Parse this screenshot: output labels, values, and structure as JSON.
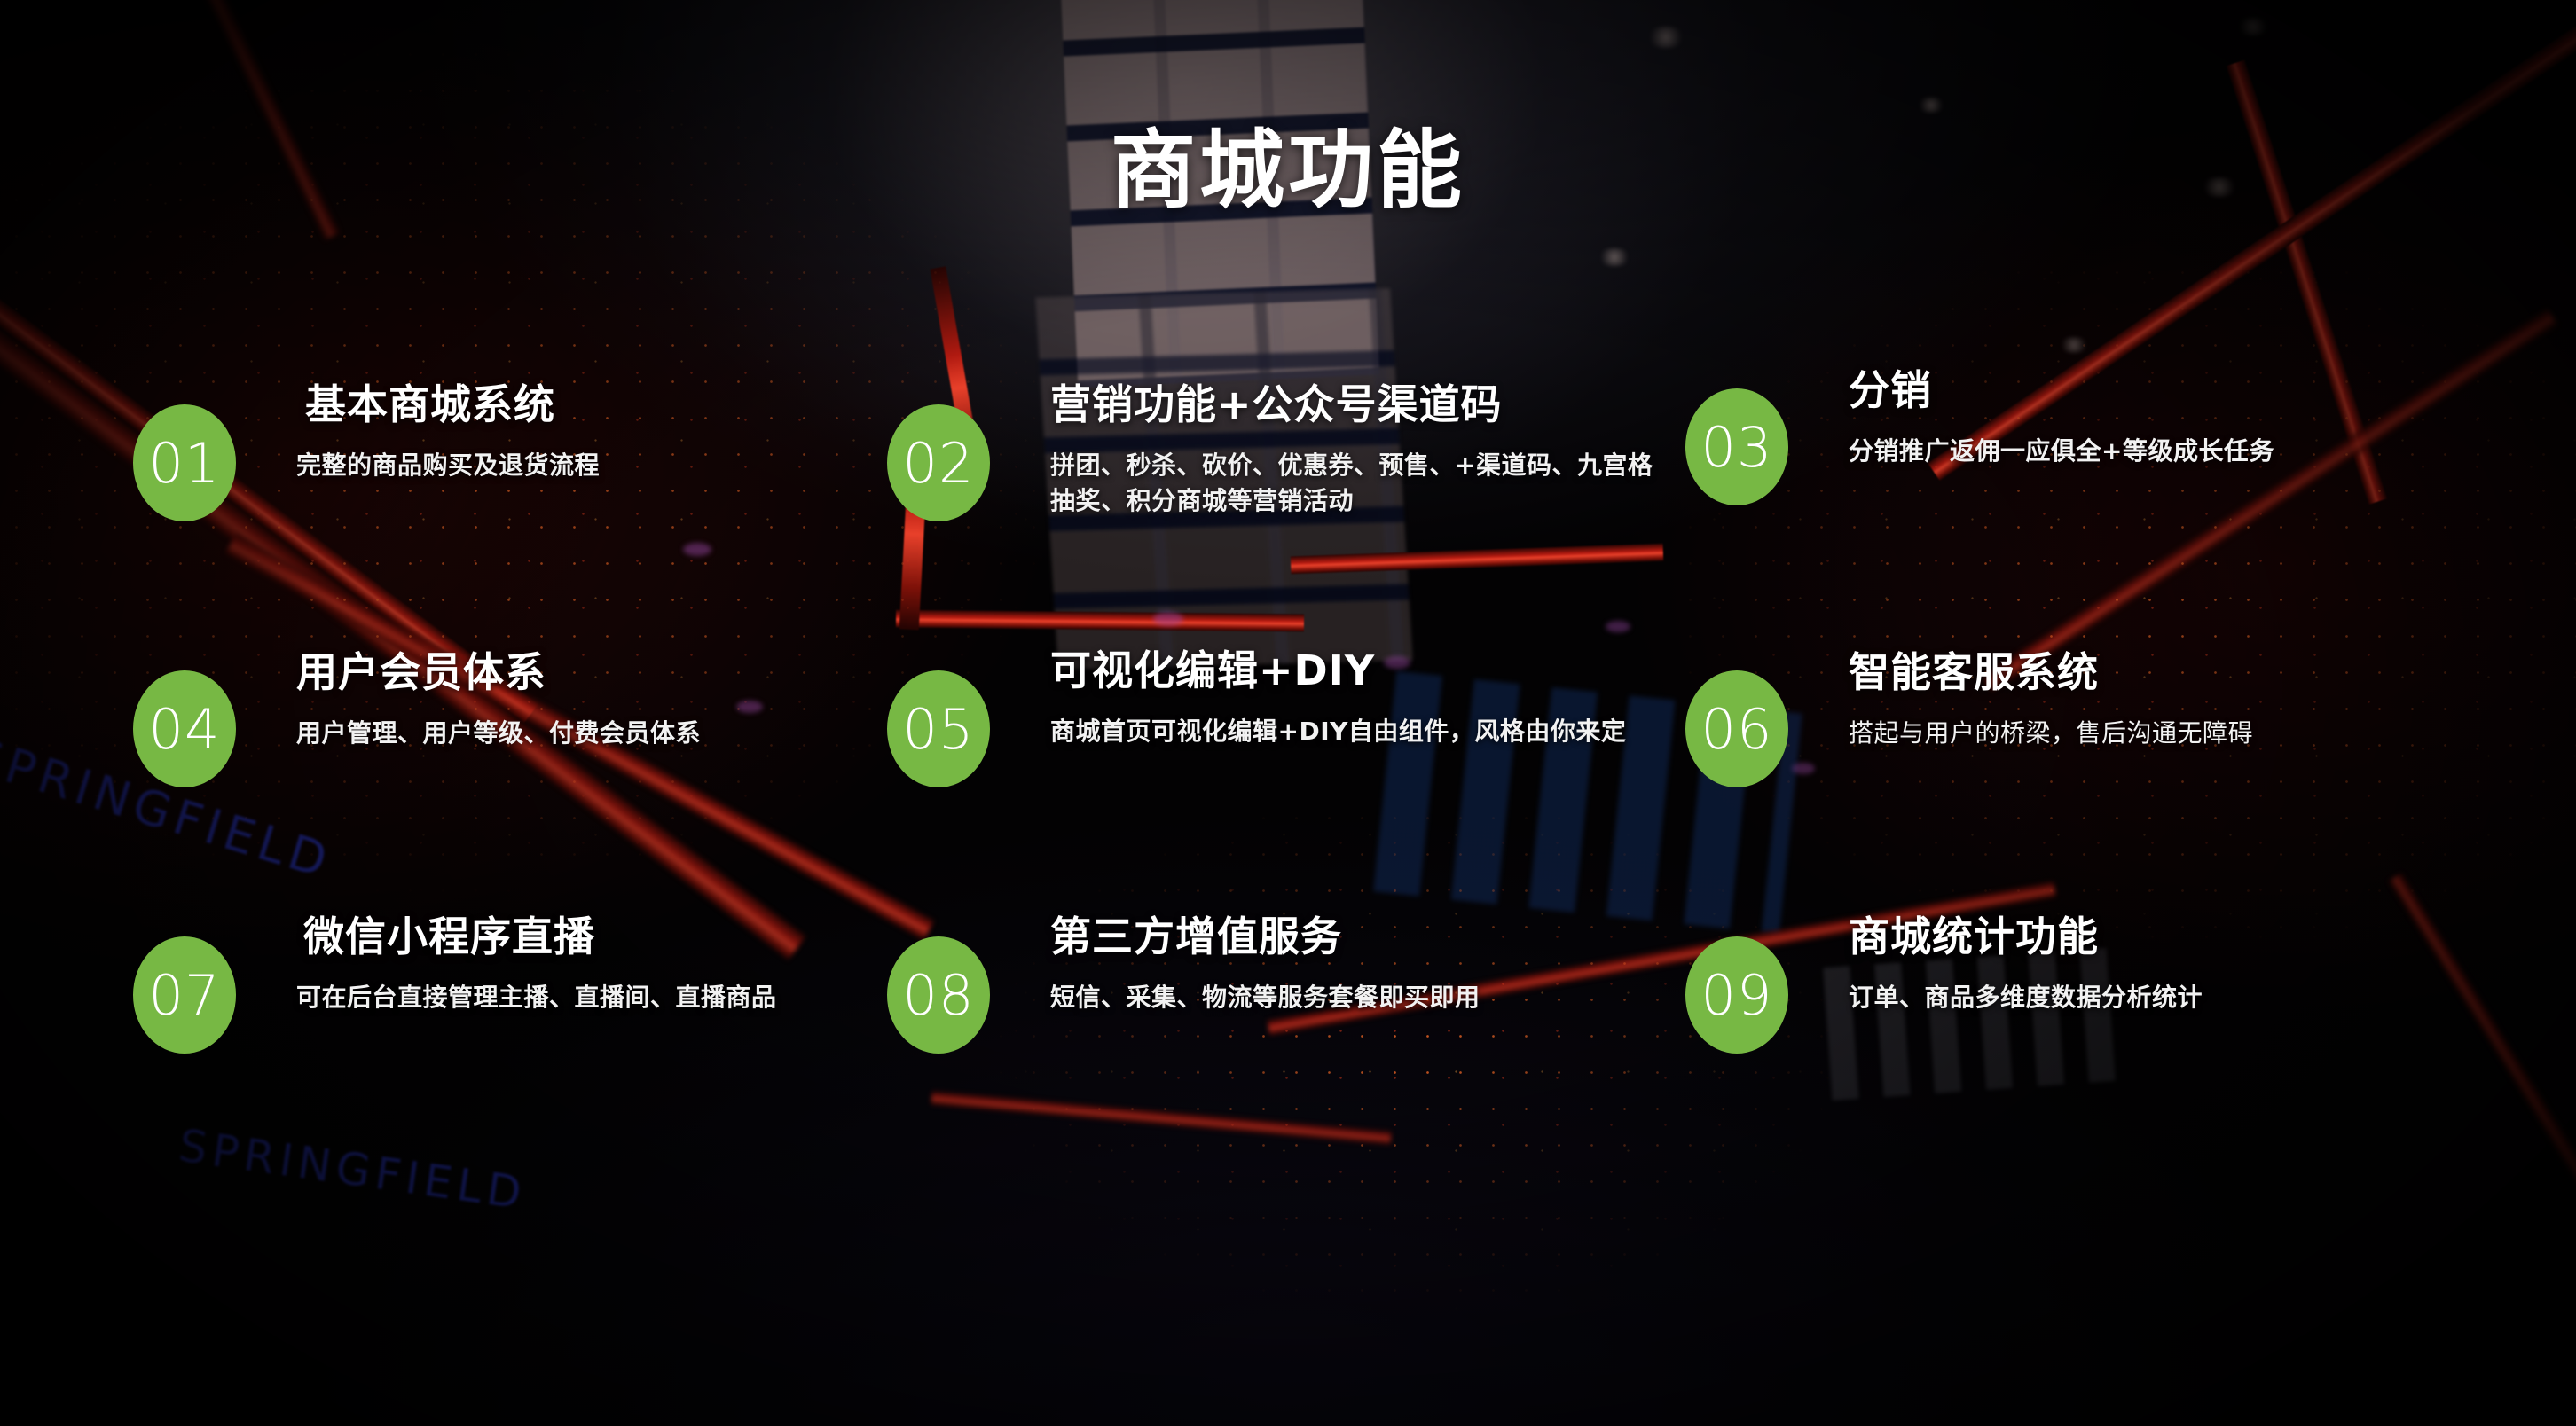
{
  "slide": {
    "title": "商城功能",
    "accent_green": "#77b844",
    "background_ghost_text": [
      "SPRINGFIELD",
      "SPRINGFIELD"
    ],
    "features": [
      {
        "number": "01",
        "title": "基本商城系统",
        "desc": "完整的商品购买及退货流程"
      },
      {
        "number": "02",
        "title": "营销功能+公众号渠道码",
        "desc": "拼团、秒杀、砍价、优惠券、预售、+渠道码、九宫格抽奖、积分商城等营销活动"
      },
      {
        "number": "03",
        "title": "分销",
        "desc": "分销推广返佣一应俱全+等级成长任务"
      },
      {
        "number": "04",
        "title": "用户会员体系",
        "desc": "用户管理、用户等级、付费会员体系"
      },
      {
        "number": "05",
        "title": "可视化编辑+DIY",
        "desc": "商城首页可视化编辑+DIY自由组件，风格由你来定"
      },
      {
        "number": "06",
        "title": "智能客服系统",
        "desc": "搭起与用户的桥梁，售后沟通无障碍"
      },
      {
        "number": "07",
        "title": "微信小程序直播",
        "desc": "可在后台直接管理主播、直播间、直播商品"
      },
      {
        "number": "08",
        "title": "第三方增值服务",
        "desc": "短信、采集、物流等服务套餐即买即用"
      },
      {
        "number": "09",
        "title": "商城统计功能",
        "desc": "订单、商品多维度数据分析统计"
      }
    ]
  }
}
